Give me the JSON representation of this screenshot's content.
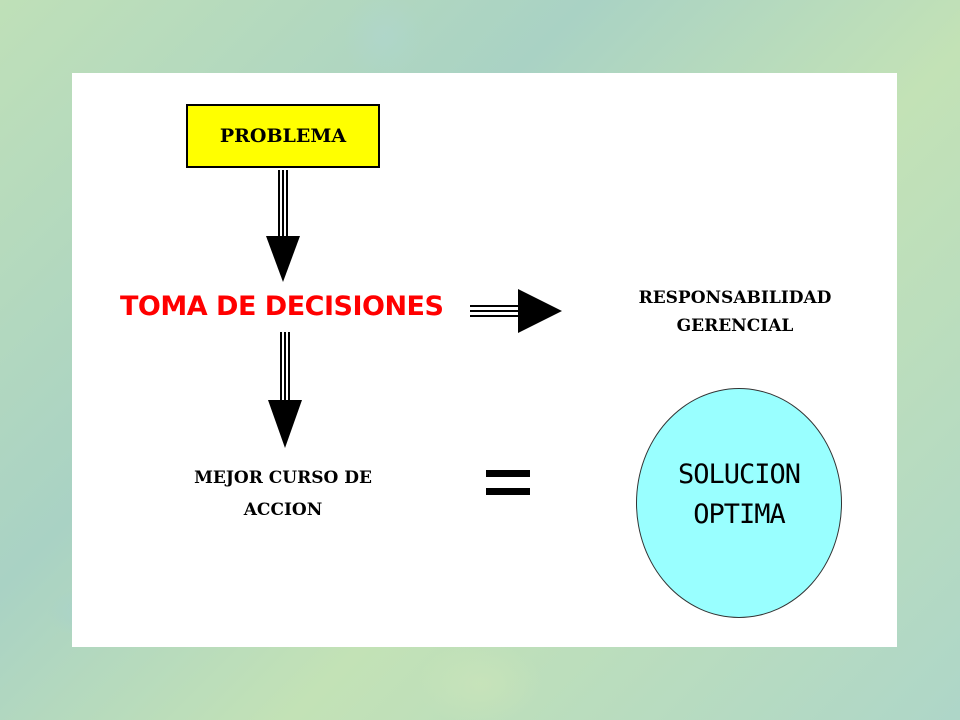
{
  "diagram": {
    "problem": "PROBLEMA",
    "decision_making": "TOMA DE DECISIONES",
    "responsibility": [
      "RESPONSABILIDAD",
      "GERENCIAL"
    ],
    "best_course": [
      "MEJOR CURSO DE",
      "ACCION"
    ],
    "equals_symbol": "=",
    "solution": [
      "SOLUCION",
      "OPTIMA"
    ]
  },
  "colors": {
    "problem_fill": "#ffff00",
    "decision_text": "#ff0000",
    "solution_fill": "#99ffff"
  }
}
